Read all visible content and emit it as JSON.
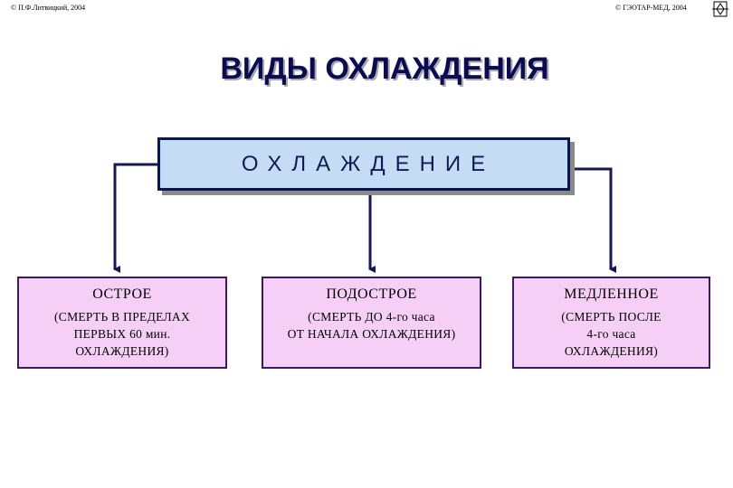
{
  "copyright": {
    "left": "© П.Ф.Литвицкий, 2004",
    "right": "© ГЭОТАР-МЕД, 2004"
  },
  "title": "ВИДЫ ОХЛАЖДЕНИЯ",
  "main_box": {
    "label": "ОХЛАЖДЕНИЕ"
  },
  "types": [
    {
      "title": "ОСТРОЕ",
      "lines": [
        "(СМЕРТЬ В ПРЕДЕЛАХ",
        "ПЕРВЫХ 60 мин.",
        "ОХЛАЖДЕНИЯ)"
      ]
    },
    {
      "title": "ПОДОСТРОЕ",
      "lines": [
        "(СМЕРТЬ ДО 4-го часа",
        "ОТ НАЧАЛА ОХЛАЖДЕНИЯ)"
      ]
    },
    {
      "title": "МЕДЛЕННОЕ",
      "lines": [
        "(СМЕРТЬ ПОСЛЕ",
        "4-го часа",
        "ОХЛАЖДЕНИЯ)"
      ]
    }
  ],
  "colors": {
    "main_box_fill": "#c5dcf5",
    "sub_box_fill": "#f6cff6",
    "arrow": "#14185a",
    "title": "#0b0b55"
  }
}
